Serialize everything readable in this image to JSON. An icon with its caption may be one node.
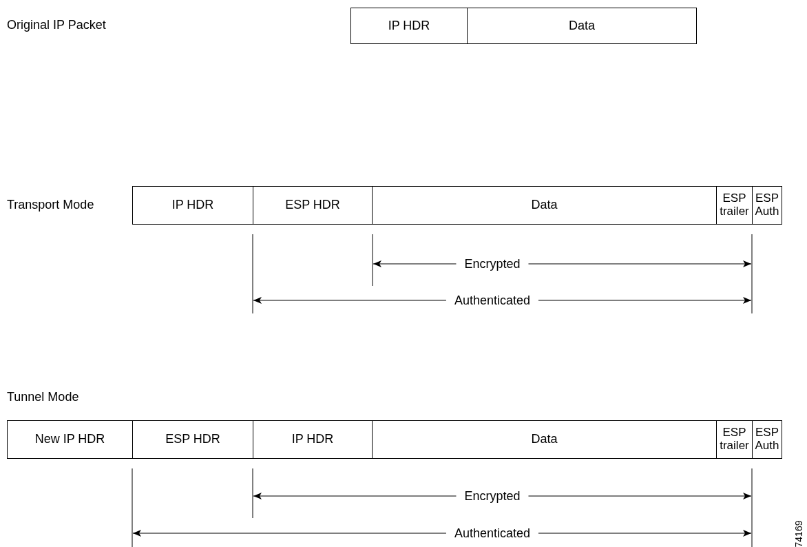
{
  "diagram": {
    "nodes": [
      {
        "text": [
          "IP HDR"
        ]
      },
      {
        "text": [
          "Data"
        ]
      },
      {
        "text": [
          "IP HDR"
        ]
      },
      {
        "text": [
          "ESP HDR"
        ]
      },
      {
        "text": [
          "Data"
        ]
      },
      {
        "text": [
          "ESP trailer"
        ]
      },
      {
        "text": [
          "ESP Auth"
        ]
      },
      {
        "text": [
          "New IP HDR"
        ]
      },
      {
        "text": [
          "ESP HDR"
        ]
      },
      {
        "text": [
          "IP HDR"
        ]
      },
      {
        "text": [
          "Data"
        ]
      },
      {
        "text": [
          "ESP trailer"
        ]
      },
      {
        "text": [
          "ESP Auth"
        ]
      }
    ],
    "edges": [],
    "labels": [
      "Original IP Packet",
      "Transport Mode",
      "Encrypted",
      "Authenticated",
      "Tunnel Mode",
      "Encrypted",
      "Authenticated",
      "74169"
    ]
  }
}
